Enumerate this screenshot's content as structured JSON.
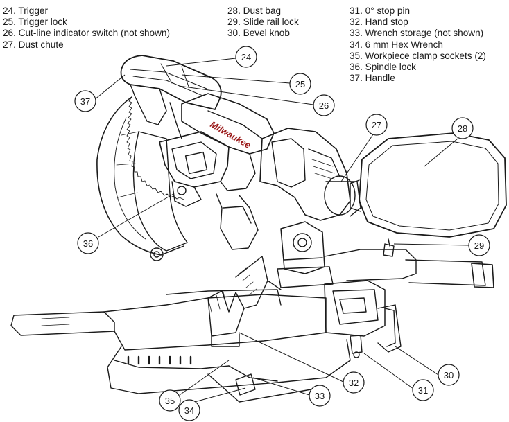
{
  "legend": {
    "col1": [
      "24. Trigger",
      "25. Trigger lock",
      "26. Cut-line indicator switch (not shown)",
      "27. Dust chute"
    ],
    "col2": [
      "28. Dust bag",
      "29. Slide rail lock",
      "30. Bevel knob"
    ],
    "col3": [
      "31. 0° stop pin",
      "32. Hand stop",
      "33. Wrench storage (not shown)",
      "34. 6 mm Hex Wrench",
      "35. Workpiece clamp sockets (2)",
      "36. Spindle lock",
      "37. Handle"
    ]
  },
  "callouts": {
    "c24": "24",
    "c25": "25",
    "c26": "26",
    "c27": "27",
    "c28": "28",
    "c29": "29",
    "c30": "30",
    "c31": "31",
    "c32": "32",
    "c33": "33",
    "c34": "34",
    "c35": "35",
    "c36": "36",
    "c37": "37"
  },
  "brand_text": "Milwaukee",
  "colors": {
    "line": "#1a1a1a",
    "brand": "#9b1b1b"
  }
}
